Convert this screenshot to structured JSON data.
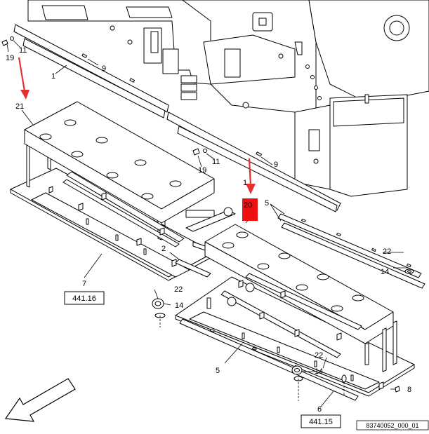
{
  "callouts": [
    {
      "id": "c19a",
      "text": "19"
    },
    {
      "id": "c11a",
      "text": "11"
    },
    {
      "id": "c1",
      "text": "1"
    },
    {
      "id": "c9a",
      "text": "9"
    },
    {
      "id": "c21",
      "text": "21"
    },
    {
      "id": "c19b",
      "text": "19"
    },
    {
      "id": "c11b",
      "text": "11"
    },
    {
      "id": "c9b",
      "text": "9"
    },
    {
      "id": "c1b",
      "text": "1"
    },
    {
      "id": "c20",
      "text": "20"
    },
    {
      "id": "c5a",
      "text": "5"
    },
    {
      "id": "c2",
      "text": "2"
    },
    {
      "id": "c7",
      "text": "7"
    },
    {
      "id": "c22a",
      "text": "22"
    },
    {
      "id": "c14a",
      "text": "14"
    },
    {
      "id": "c22b",
      "text": "22"
    },
    {
      "id": "c14b",
      "text": "14"
    },
    {
      "id": "c22c",
      "text": "22"
    },
    {
      "id": "c14c",
      "text": "14"
    },
    {
      "id": "c5b",
      "text": "5"
    },
    {
      "id": "c8",
      "text": "8"
    },
    {
      "id": "c6",
      "text": "6"
    }
  ],
  "references": {
    "left": "441.16",
    "right": "441.15"
  },
  "figure_id": "83740052_000_01",
  "colors": {
    "highlight": "#ee1111",
    "arrow": "#e53030",
    "line": "#000000",
    "fill": "#ffffff"
  }
}
